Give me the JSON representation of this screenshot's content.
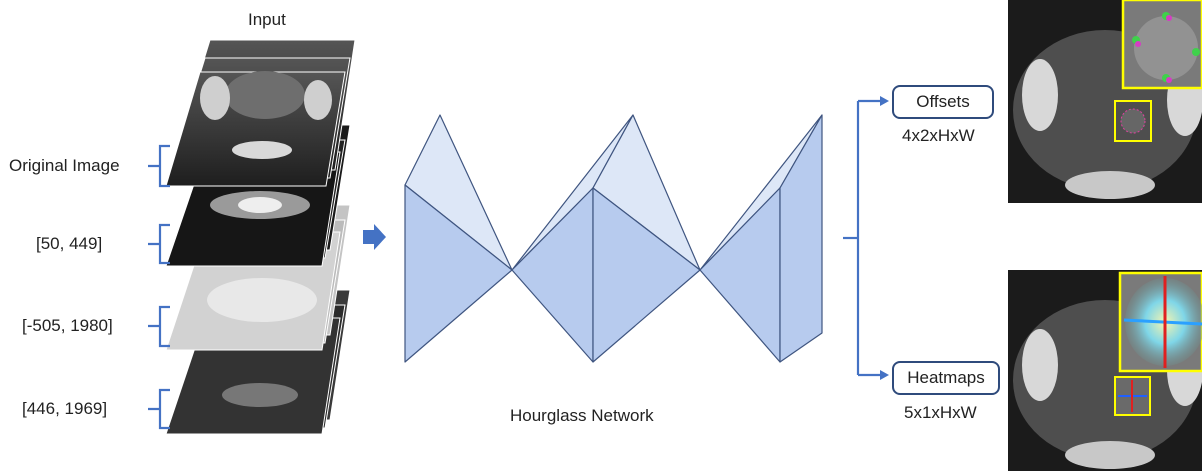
{
  "input_title": "Input",
  "windows": [
    {
      "label": "Original Image"
    },
    {
      "label": "[50, 449]"
    },
    {
      "label": "[-505, 1980]"
    },
    {
      "label": "[446, 1969]"
    }
  ],
  "network_label": "Hourglass Network",
  "outputs": [
    {
      "name": "Offsets",
      "shape": "4x2xHxW"
    },
    {
      "name": "Heatmaps",
      "shape": "5x1xHxW"
    }
  ],
  "colors": {
    "bracket": "#4472c4",
    "arrow": "#4472c4",
    "hourglass_light": "#dde7f7",
    "hourglass_dark": "#b7cbee",
    "hourglass_stroke": "#3f5580",
    "box_border": "#2f4b7c",
    "highlight": "#ffff00"
  }
}
